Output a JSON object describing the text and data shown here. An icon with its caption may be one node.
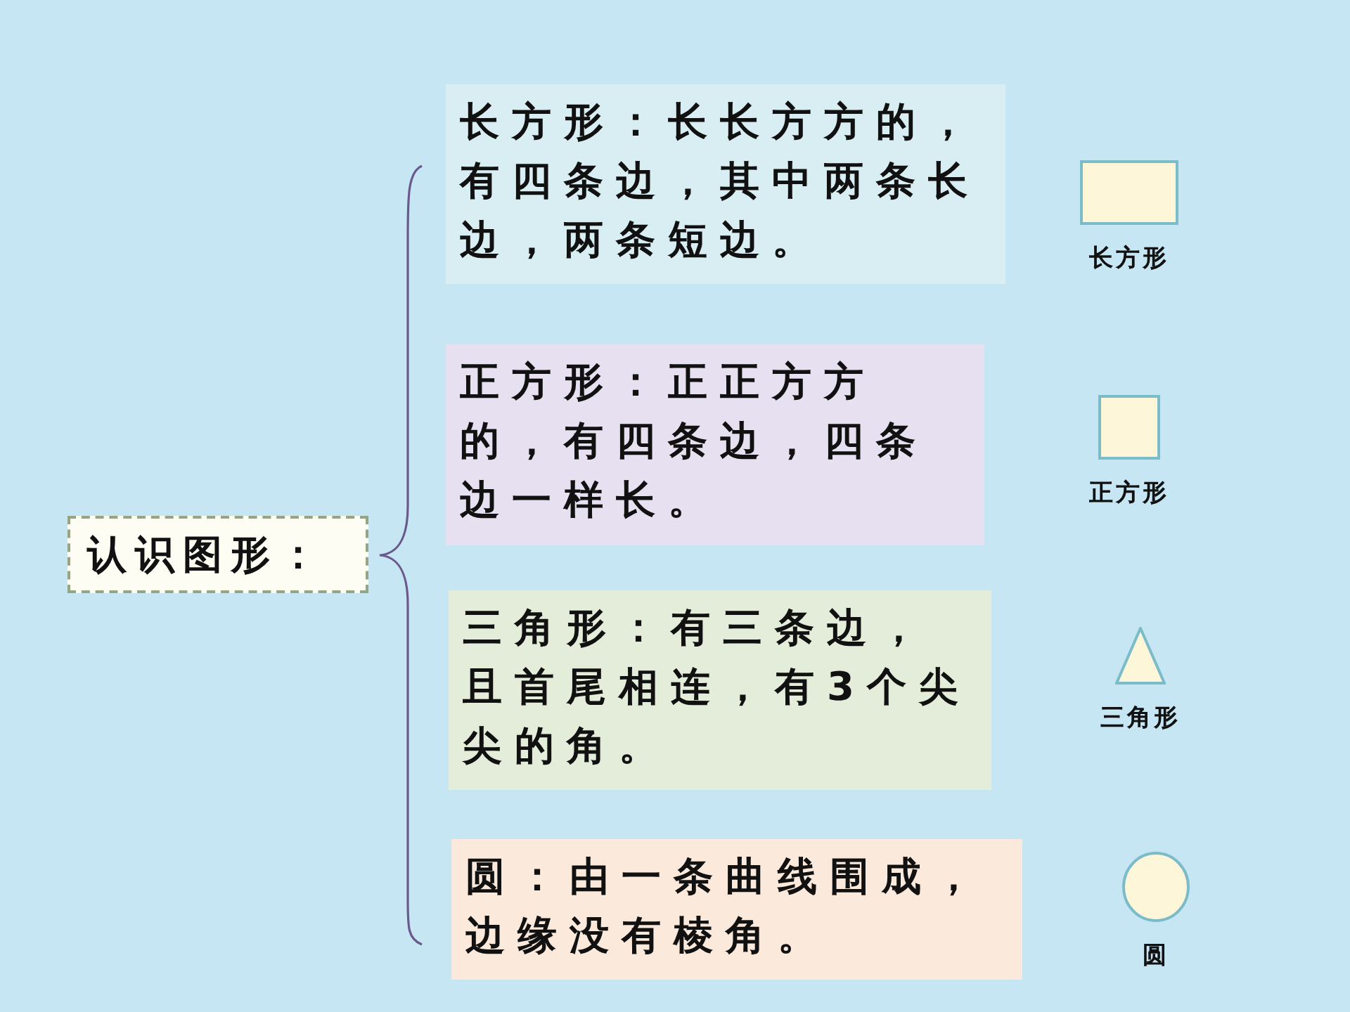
{
  "diagram": {
    "nodes": [
      {
        "text": [
          "认识图形："
        ]
      },
      {
        "text": [
          "长方形：长长方方的，有四条边，其中两条长边，两条短边。"
        ]
      },
      {
        "text": [
          "正方形：正正方方的，有四条边，四条边一样长。"
        ]
      },
      {
        "text": [
          "三角形：有三条边，且首尾相连，有3个尖尖的角。"
        ]
      },
      {
        "text": [
          "圆：由一条曲线围成，边缘没有棱角。"
        ]
      },
      {
        "text": [],
        "shape": "box",
        "beside": [
          "长方形"
        ]
      },
      {
        "text": [],
        "shape": "box",
        "beside": [
          "正方形"
        ]
      },
      {
        "text": [],
        "shape": "triangle",
        "beside": [
          "三角形"
        ]
      },
      {
        "text": [],
        "shape": "circle",
        "beside": [
          "圆"
        ]
      }
    ]
  }
}
